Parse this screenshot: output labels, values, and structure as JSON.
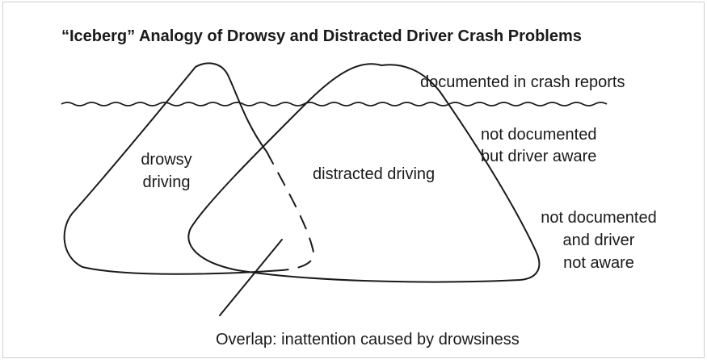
{
  "title": "“Iceberg” Analogy of Drowsy and Distracted Driver Crash Problems",
  "labels": {
    "documented": "documented in crash reports",
    "not_documented_aware_1": "not documented",
    "not_documented_aware_2": "but driver aware",
    "not_documented_unaware_1": "not documented",
    "not_documented_unaware_2": "and driver",
    "not_documented_unaware_3": "not aware",
    "drowsy_1": "drowsy",
    "drowsy_2": "driving",
    "distracted": "distracted driving",
    "overlap": "Overlap: inattention caused by drowsiness"
  }
}
